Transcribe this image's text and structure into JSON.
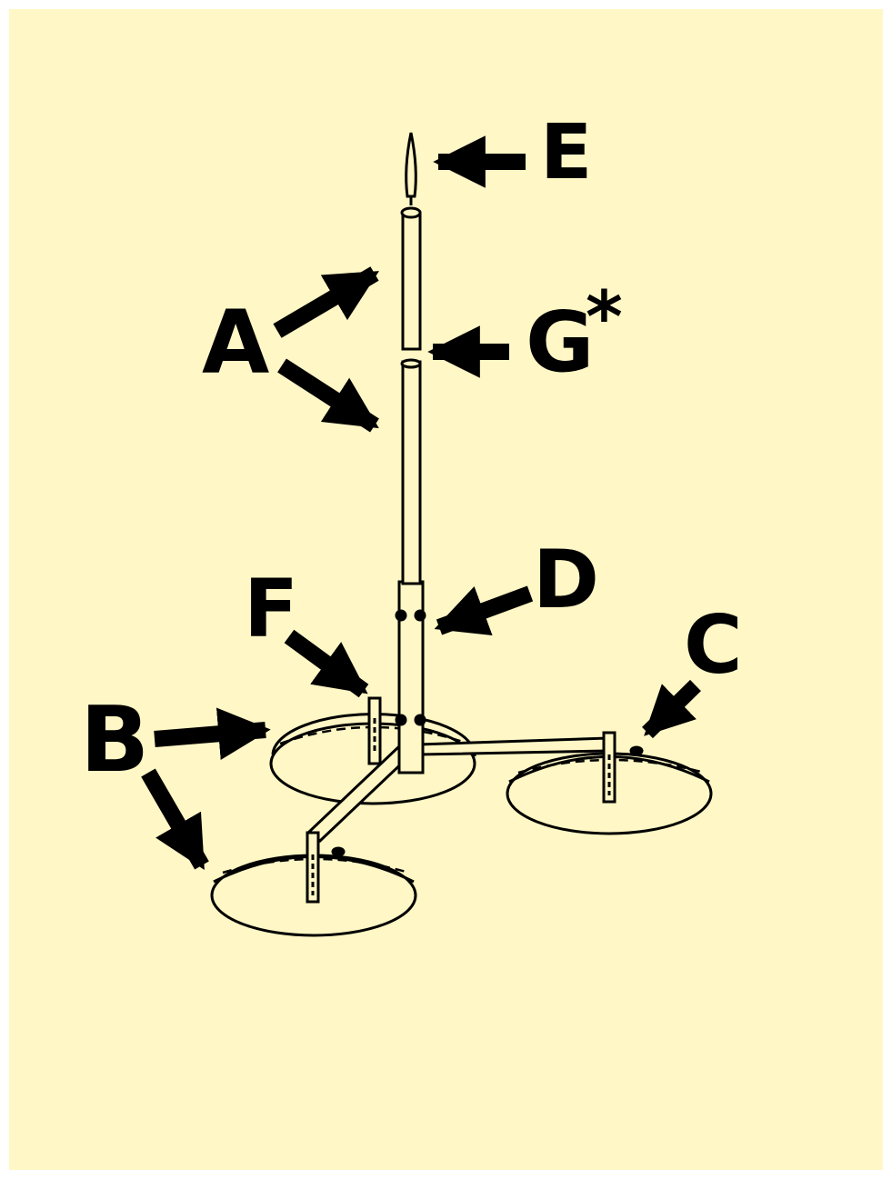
{
  "colors": {
    "background": "#FFF7C5",
    "border": "#FFFFFF",
    "ink": "#000000"
  },
  "labels": {
    "a": "A",
    "b": "B",
    "c": "C",
    "d": "D",
    "e": "E",
    "f": "F",
    "g": "G",
    "g_mark": "*"
  }
}
